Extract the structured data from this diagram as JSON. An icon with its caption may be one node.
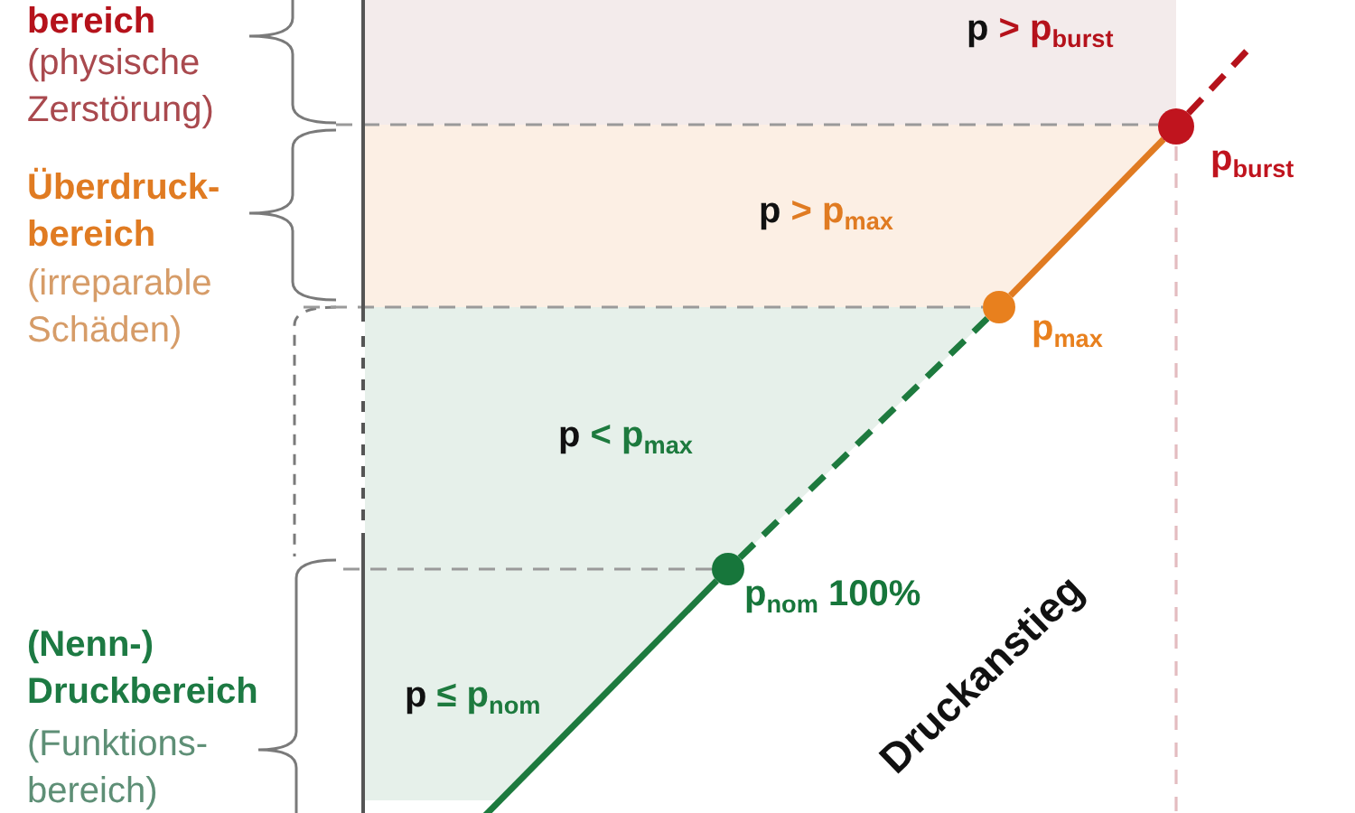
{
  "diagram": {
    "nodes": [
      {
        "text": [
          "p > p$_{burst}$"
        ]
      },
      {
        "text": [],
        "shape": "circle",
        "beside": [
          "p$_{burst}$"
        ]
      },
      {
        "text": [
          "p > p$_{max}$"
        ]
      },
      {
        "text": [],
        "shape": "circle",
        "beside": [
          "p$_{max}$"
        ]
      },
      {
        "text": [
          "p < p$_{max}$"
        ]
      },
      {
        "text": [],
        "shape": "circle",
        "beside": [
          "p$_{nom}$ 100%"
        ]
      },
      {
        "text": [
          "p ≤ p$_{nom}$"
        ]
      }
    ],
    "edges": [
      {
        "from": null,
        "to": 5,
        "arrow": "none"
      },
      {
        "from": 5,
        "to": 3,
        "arrow": "none",
        "style": "dashed"
      },
      {
        "from": 3,
        "to": 1,
        "arrow": "none",
        "color": "#e07b22"
      },
      {
        "from": 1,
        "to": null,
        "arrow": "none",
        "style": "dashed",
        "color": "#b5121b"
      }
    ],
    "labels": [
      "bereich",
      "(physische Zerstörung)",
      "Überdruck- bereich",
      "(irreparable Schäden)",
      "(Nenn-) Druckbereich",
      "(Funktions- bereich)",
      "Druckanstieg"
    ]
  }
}
